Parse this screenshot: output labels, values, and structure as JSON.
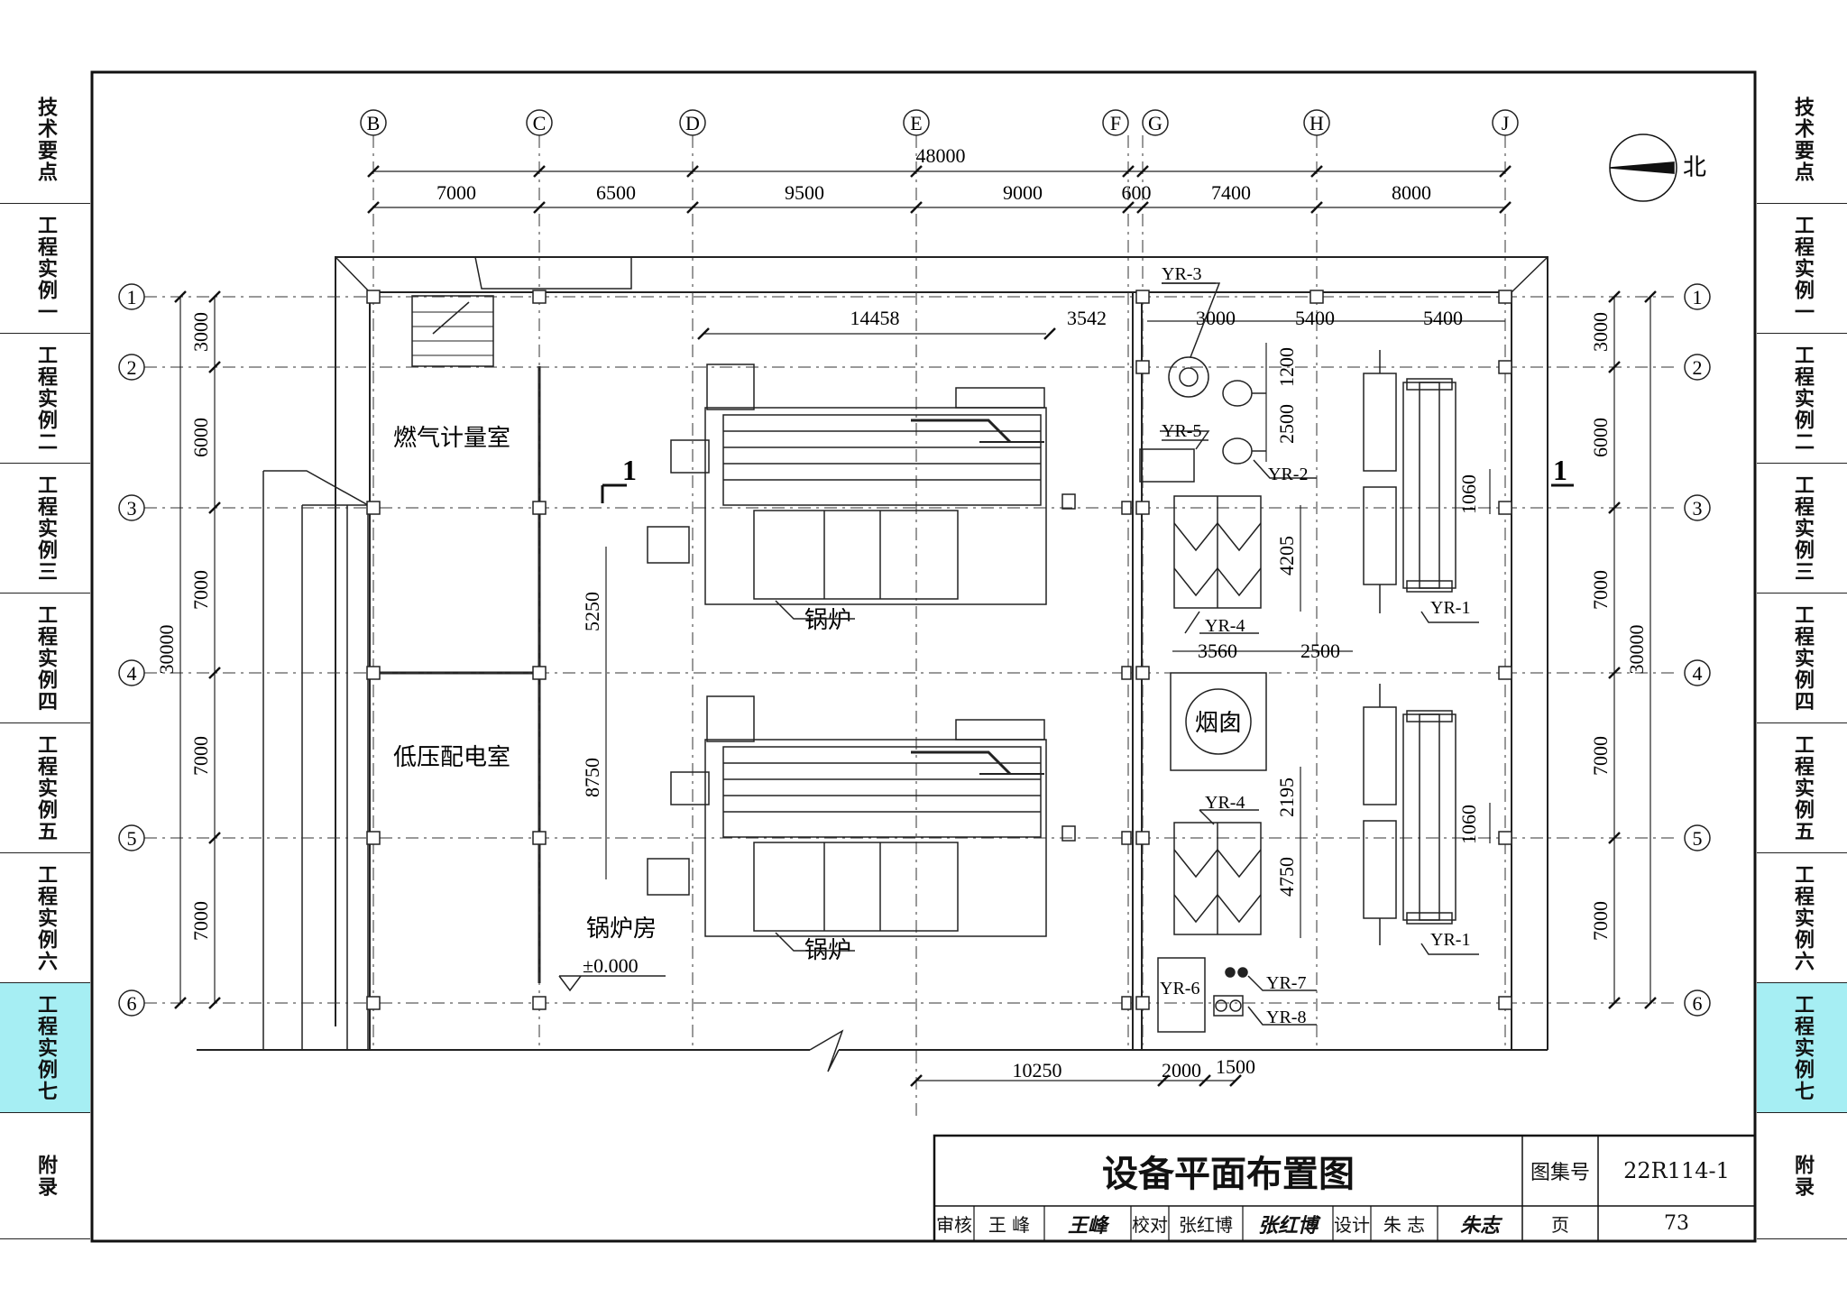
{
  "nav_left": [
    {
      "label": "技术要点",
      "active": false
    },
    {
      "label": "工程实例一",
      "active": false
    },
    {
      "label": "工程实例二",
      "active": false
    },
    {
      "label": "工程实例三",
      "active": false
    },
    {
      "label": "工程实例四",
      "active": false
    },
    {
      "label": "工程实例五",
      "active": false
    },
    {
      "label": "工程实例六",
      "active": false
    },
    {
      "label": "工程实例七",
      "active": true
    },
    {
      "label": "附录",
      "active": false
    }
  ],
  "nav_right": [
    {
      "label": "技术要点",
      "active": false
    },
    {
      "label": "工程实例一",
      "active": false
    },
    {
      "label": "工程实例二",
      "active": false
    },
    {
      "label": "工程实例三",
      "active": false
    },
    {
      "label": "工程实例四",
      "active": false
    },
    {
      "label": "工程实例五",
      "active": false
    },
    {
      "label": "工程实例六",
      "active": false
    },
    {
      "label": "工程实例七",
      "active": true
    },
    {
      "label": "附录",
      "active": false
    }
  ],
  "active_color": "#a6eef3",
  "grid": {
    "columns": [
      "B",
      "C",
      "D",
      "E",
      "F",
      "G",
      "H",
      "J"
    ],
    "rows": [
      "1",
      "2",
      "3",
      "4",
      "5",
      "6"
    ]
  },
  "dims": {
    "total_width": "48000",
    "bays": [
      "7000",
      "6500",
      "9500",
      "9000",
      "600",
      "7400",
      "8000"
    ],
    "total_depth": "30000",
    "row_bays": [
      "3000",
      "6000",
      "7000",
      "7000",
      "7000",
      "7000"
    ],
    "boiler_a": "14458",
    "boiler_b": "3542",
    "east_a": "3000",
    "east_b": "5400",
    "east_c": "5400",
    "d1200": "1200",
    "d2500": "2500",
    "d1060": "1060",
    "d4205": "4205",
    "d3560": "3560",
    "d2500b": "2500",
    "d5250": "5250",
    "d8750": "8750",
    "d2195": "2195",
    "d4750": "4750",
    "d1060b": "1060",
    "bottom_a": "10250",
    "bottom_b": "2000",
    "bottom_c": "1500"
  },
  "labels": {
    "north": "北",
    "section": "1",
    "gas_room": "燃气计量室",
    "lv_room": "低压配电室",
    "boiler_room": "锅炉房",
    "elevation": "±0.000",
    "boiler": "锅炉",
    "chimney": "烟囱",
    "yr1": "YR-1",
    "yr2": "YR-2",
    "yr3": "YR-3",
    "yr4": "YR-4",
    "yr5": "YR-5",
    "yr6": "YR-6",
    "yr7": "YR-7",
    "yr8": "YR-8"
  },
  "title_block": {
    "title": "设备平面布置图",
    "atlas_label": "图集号",
    "atlas_no": "22R114-1",
    "review_label": "审核",
    "reviewer": "王 峰",
    "reviewer_sig": "王峰",
    "check_label": "校对",
    "checker": "张红博",
    "checker_sig": "张红博",
    "design_label": "设计",
    "designer": "朱 志",
    "designer_sig": "朱志",
    "page_label": "页",
    "page_no": "73"
  }
}
